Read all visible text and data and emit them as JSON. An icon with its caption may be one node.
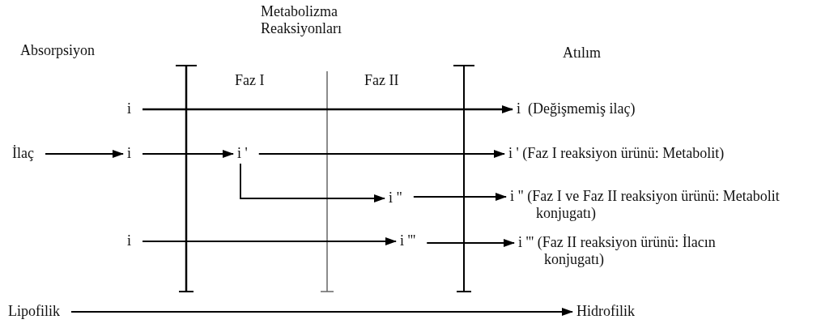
{
  "diagram": {
    "nodes": [
      {
        "text": [
          "i"
        ]
      },
      {
        "text": [
          "i  (Değişmemiş ilaç)"
        ]
      },
      {
        "text": [
          "İlaç"
        ]
      },
      {
        "text": [
          "i"
        ]
      },
      {
        "text": [
          "i '"
        ]
      },
      {
        "text": [
          "i ' (Faz I reaksiyon ürünü: Metabolit)"
        ]
      },
      {
        "text": [
          "i \""
        ]
      },
      {
        "text": [
          "i \" (Faz I ve Faz II reaksiyon ürünü: Metabolit konjugatı)"
        ]
      },
      {
        "text": [
          "i"
        ]
      },
      {
        "text": [
          "i '''"
        ]
      },
      {
        "text": [
          "i ''' (Faz II reaksiyon ürünü: İlacın konjugatı)"
        ]
      },
      {
        "text": [
          "Lipofilik"
        ]
      },
      {
        "text": [
          "Hidrofilik"
        ]
      }
    ],
    "edges": [
      {
        "from": 0,
        "to": 1,
        "arrow": "to"
      },
      {
        "from": 2,
        "to": 3,
        "arrow": "to"
      },
      {
        "from": 3,
        "to": 4,
        "arrow": "to"
      },
      {
        "from": 4,
        "to": 5,
        "arrow": "to"
      },
      {
        "from": 4,
        "to": 6,
        "arrow": "to"
      },
      {
        "from": 6,
        "to": 7,
        "arrow": "to"
      },
      {
        "from": 8,
        "to": 9,
        "arrow": "to"
      },
      {
        "from": 9,
        "to": 10,
        "arrow": "to"
      },
      {
        "from": 11,
        "to": 12,
        "arrow": "to"
      }
    ],
    "labels": [
      "Metabolizma Reaksiyonları",
      "Absorpsiyon",
      "Atılım",
      "Faz I",
      "Faz II"
    ]
  }
}
